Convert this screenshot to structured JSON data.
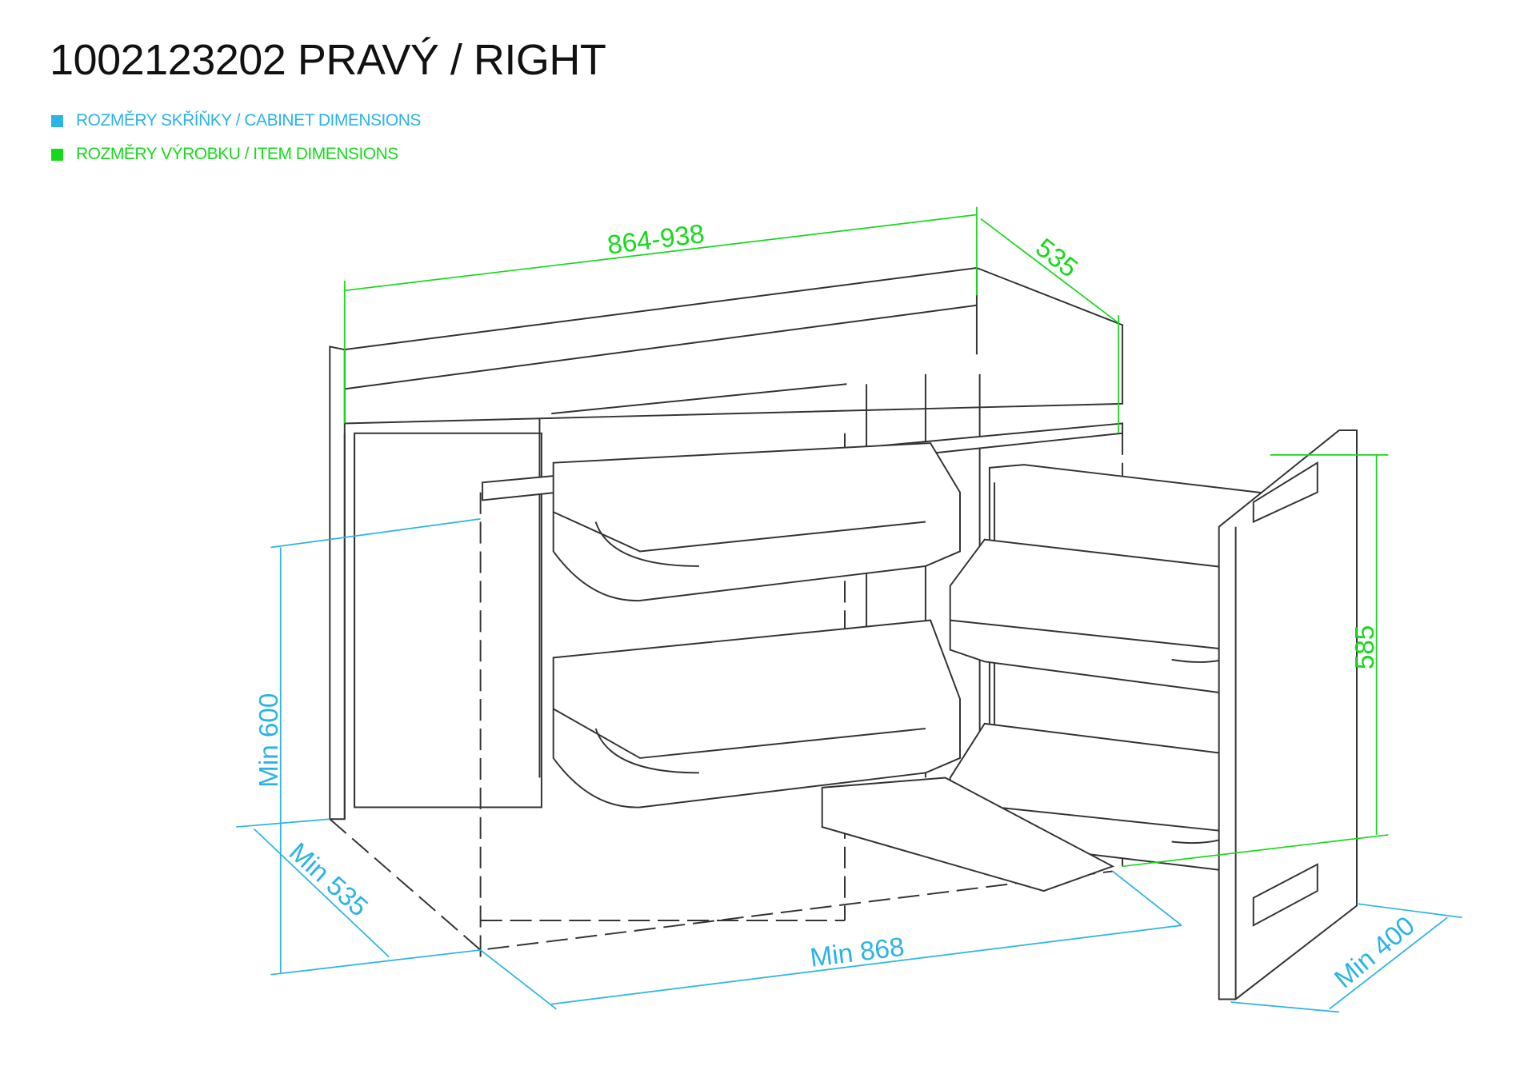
{
  "title": "1002123202 PRAVÝ / RIGHT",
  "legend": {
    "cabinet": {
      "label": "ROZMĚRY SKŘÍŇKY / CABINET DIMENSIONS",
      "color": "#2bb3e6"
    },
    "item": {
      "label": "ROZMĚRY VÝROBKU / ITEM DIMENSIONS",
      "color": "#17d91c"
    }
  },
  "dimensions": {
    "item_width": "864-938",
    "item_depth": "535",
    "item_height": "585",
    "cabinet_height": "Min 600",
    "cabinet_depth": "Min 535",
    "cabinet_width": "Min 868",
    "door_width": "Min 400"
  }
}
